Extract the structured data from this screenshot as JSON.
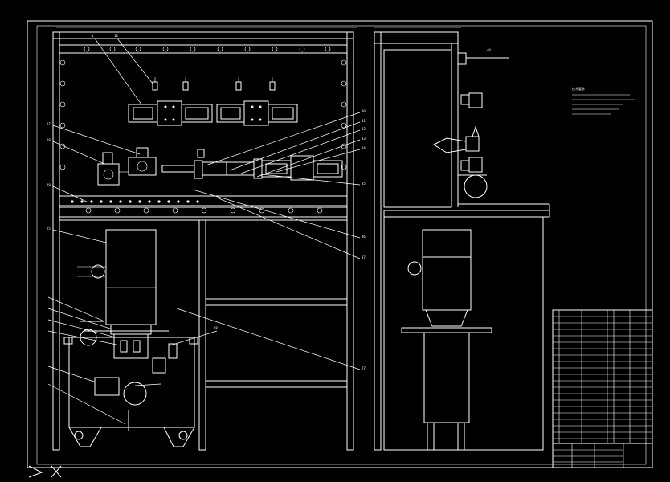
{
  "colors": {
    "background": "#000000",
    "line": "#ffffff"
  },
  "balloons": {
    "valves_top_left": "1",
    "valves_top_right": "13",
    "left_upper": "17",
    "left_lower": "18",
    "left_bottom": "19",
    "right_a": "30",
    "right_b": "31",
    "right_c": "32",
    "right_d": "33",
    "right_e": "34",
    "right_f": "35",
    "diag_a": "36",
    "diag_b": "37",
    "tank_left": "25",
    "mid_right": "28",
    "lower_right": "27",
    "side_view_tag": "40"
  },
  "tech_notes_title": "技术要求",
  "icons": [
    "arrow-icon",
    "cross-mark-icon"
  ]
}
